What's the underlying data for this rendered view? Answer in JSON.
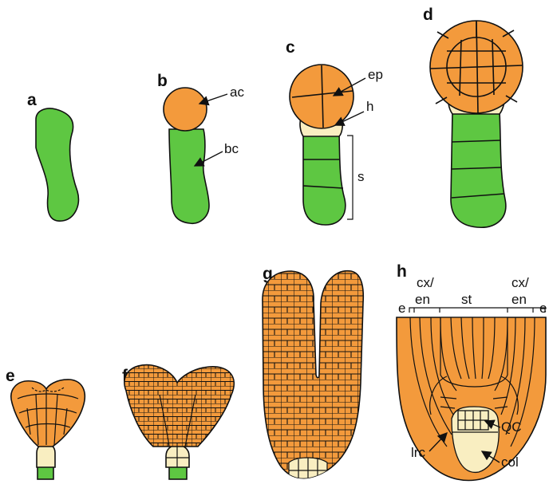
{
  "colors": {
    "green": "#5ec742",
    "orange": "#f39a3c",
    "cream": "#f9eec1",
    "line": "#111111"
  },
  "panels": [
    {
      "letter": "a"
    },
    {
      "letter": "b",
      "labels": [
        "ac",
        "bc"
      ]
    },
    {
      "letter": "c",
      "labels": [
        "ep",
        "h",
        "s"
      ]
    },
    {
      "letter": "d"
    },
    {
      "letter": "e"
    },
    {
      "letter": "f"
    },
    {
      "letter": "g"
    },
    {
      "letter": "h",
      "labels": [
        "cx/",
        "en",
        "st",
        "cx/",
        "en",
        "e",
        "e",
        "lrc",
        "QC",
        "col"
      ]
    }
  ]
}
